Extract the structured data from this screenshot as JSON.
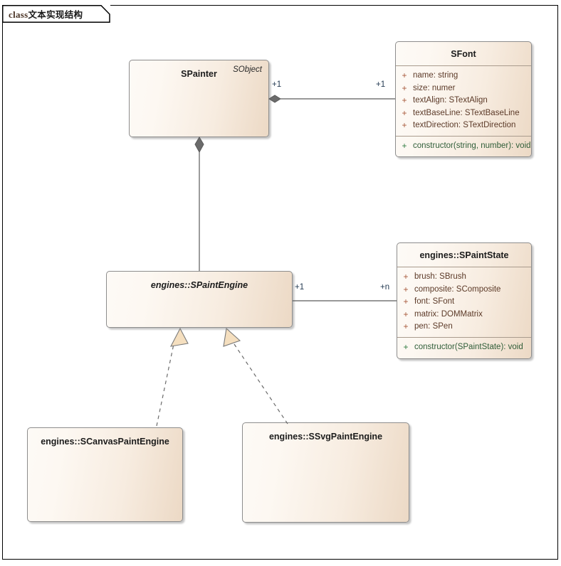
{
  "diagram": {
    "frame_label_keyword": "class",
    "frame_label_text": "文本实现结构",
    "colors": {
      "box_fill_light": "#fdfaf6",
      "box_fill_dark": "#ecd9c5",
      "box_border": "#8d8d8d",
      "frame_border": "#000000",
      "attribute_text": "#5c3a28",
      "attribute_marker": "#a8583a",
      "operation_text": "#2f5d38",
      "operation_marker": "#2f7a3f",
      "connector_line": "#5a5a5a",
      "diamond_fill": "#6b6b6b",
      "triangle_fill": "#f5dfbf",
      "multiplicity_text": "#243a52"
    }
  },
  "classes": {
    "spainter": {
      "name": "SPainter",
      "stereotype": "SObject",
      "abstract": false
    },
    "sfont": {
      "name": "SFont",
      "abstract": false,
      "attributes": [
        {
          "visibility": "+",
          "text": "name: string"
        },
        {
          "visibility": "+",
          "text": "size: numer"
        },
        {
          "visibility": "+",
          "text": "textAlign: STextAlign"
        },
        {
          "visibility": "+",
          "text": "textBaseLine: STextBaseLine"
        },
        {
          "visibility": "+",
          "text": "textDirection: STextDirection"
        }
      ],
      "operations": [
        {
          "visibility": "+",
          "text": "constructor(string, number): void"
        }
      ]
    },
    "spaintengine": {
      "name": "engines::SPaintEngine",
      "abstract": true
    },
    "spaintstate": {
      "name": "engines::SPaintState",
      "abstract": false,
      "attributes": [
        {
          "visibility": "+",
          "text": "brush: SBrush"
        },
        {
          "visibility": "+",
          "text": "composite: SComposite"
        },
        {
          "visibility": "+",
          "text": "font: SFont"
        },
        {
          "visibility": "+",
          "text": "matrix: DOMMatrix"
        },
        {
          "visibility": "+",
          "text": "pen: SPen"
        }
      ],
      "operations": [
        {
          "visibility": "+",
          "text": "constructor(SPaintState): void"
        }
      ]
    },
    "scanvaspaintengine": {
      "name": "engines::SCanvasPaintEngine",
      "abstract": false
    },
    "ssvgpaintengine": {
      "name": "engines::SSvgPaintEngine",
      "abstract": false
    }
  },
  "connectors": [
    {
      "id": "spainter-sfont",
      "type": "composition",
      "from": "SPainter",
      "to": "SFont",
      "source_multiplicity": "+1",
      "target_multiplicity": "+1"
    },
    {
      "id": "spainter-spaintengine",
      "type": "composition",
      "from": "SPainter",
      "to": "engines::SPaintEngine",
      "source_multiplicity": "",
      "target_multiplicity": ""
    },
    {
      "id": "spaintengine-spaintstate",
      "type": "association",
      "from": "engines::SPaintEngine",
      "to": "engines::SPaintState",
      "source_multiplicity": "+1",
      "target_multiplicity": "+n"
    },
    {
      "id": "scanvaspaintengine-realizes",
      "type": "realization",
      "from": "engines::SCanvasPaintEngine",
      "to": "engines::SPaintEngine",
      "source_multiplicity": "",
      "target_multiplicity": ""
    },
    {
      "id": "ssvgpaintengine-realizes",
      "type": "realization",
      "from": "engines::SSvgPaintEngine",
      "to": "engines::SPaintEngine",
      "source_multiplicity": "",
      "target_multiplicity": ""
    }
  ],
  "multiplicity_labels": {
    "sfont_src": "+1",
    "sfont_tgt": "+1",
    "spaintstate_src": "+1",
    "spaintstate_tgt": "+n"
  }
}
